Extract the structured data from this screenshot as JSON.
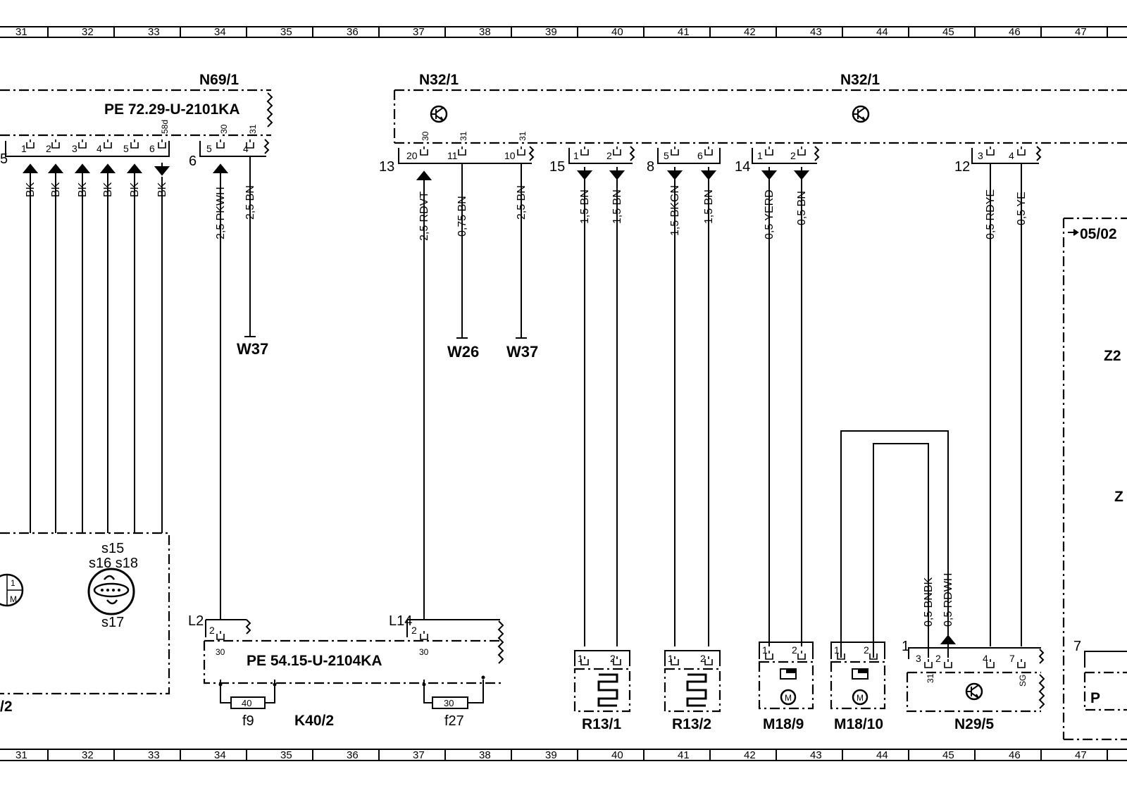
{
  "ruler": {
    "columns": [
      "31",
      "32",
      "33",
      "34",
      "35",
      "36",
      "37",
      "38",
      "39",
      "40",
      "41",
      "42",
      "43",
      "44",
      "45",
      "46",
      "47"
    ]
  },
  "components": {
    "n69_1": "N69/1",
    "n32_1_left": "N32/1",
    "n32_1_right": "N32/1",
    "k40_2": "K40/2",
    "r13_1": "R13/1",
    "r13_2": "R13/2",
    "m18_9": "M18/9",
    "m18_10": "M18/10",
    "n29_5": "N29/5",
    "left_partial": "/2",
    "right_ref": "05/02",
    "z2": "Z2",
    "z_partial": "Z"
  },
  "references": {
    "pe_n69": "PE 72.29-U-2101KA",
    "pe_k40": "PE 54.15-U-2104KA",
    "pe_partial": "P"
  },
  "grounds": {
    "w37_a": "W37",
    "w26": "W26",
    "w37_b": "W37"
  },
  "fuses": {
    "f9_value": "40",
    "f9_label": "f9",
    "f27_value": "30",
    "f27_label": "f27"
  },
  "connectors": {
    "c5": "5",
    "c6": "6",
    "c13": "13",
    "c15": "15",
    "c8": "8",
    "c14": "14",
    "c12": "12",
    "c1": "1",
    "c7": "7",
    "l2": "L2",
    "l14": "L14"
  },
  "pins": {
    "p1": "1",
    "p2": "2",
    "p3": "3",
    "p4": "4",
    "p5": "5",
    "p6": "6",
    "p7": "7",
    "p10": "10",
    "p11": "11",
    "p20": "20",
    "t30": "30",
    "t31": "31",
    "t58d": "58d",
    "tsg": "SG",
    "m": "M"
  },
  "wires": {
    "bk": "BK",
    "pkwh": "2,5 PKWH",
    "bn25": "2,5 BN",
    "rdvt": "2,5 RDVT",
    "bn075": "0,75 BN",
    "bn15": "1,5 BN",
    "bkgn": "1,5 BKGN",
    "yerd": "0,5 YERD",
    "bn05": "0,5 BN",
    "rdye": "0,5 RDYE",
    "ye": "0,5 YE",
    "bnbk": "0,5 BNBK",
    "rdwh": "0,5 RDWH"
  },
  "switch_labels": {
    "s15": "s15",
    "s16_s18": "s16 s18",
    "s17": "s17"
  }
}
